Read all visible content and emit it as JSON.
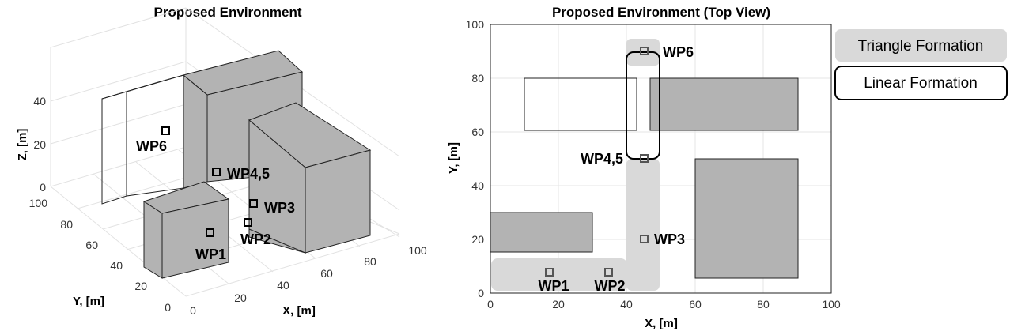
{
  "left_panel": {
    "title": "Proposed Environment",
    "z_label": "Z, [m]",
    "y_label": "Y, [m]",
    "x_label": "X, [m]",
    "z_ticks": [
      "0",
      "20",
      "40"
    ],
    "y_ticks": [
      "0",
      "20",
      "40",
      "60",
      "80",
      "100"
    ],
    "x_ticks": [
      "0",
      "20",
      "40",
      "60",
      "80",
      "100"
    ],
    "waypoints": [
      "WP6",
      "WP4,5",
      "WP3",
      "WP2",
      "WP1"
    ]
  },
  "right_panel": {
    "title": "Proposed Environment (Top View)",
    "x_label": "X, [m]",
    "y_label": "Y, [m]",
    "x_ticks": [
      "0",
      "20",
      "40",
      "60",
      "80",
      "100"
    ],
    "y_ticks": [
      "0",
      "20",
      "40",
      "60",
      "80",
      "100"
    ],
    "waypoints": [
      "WP6",
      "WP4,5",
      "WP3",
      "WP1",
      "WP2"
    ]
  },
  "legend": {
    "triangle": "Triangle Formation",
    "linear": "Linear Formation"
  },
  "colors": {
    "building": "#b3b3b3",
    "triangle_zone": "#d9d9d9",
    "grid": "#e6e6e6"
  }
}
